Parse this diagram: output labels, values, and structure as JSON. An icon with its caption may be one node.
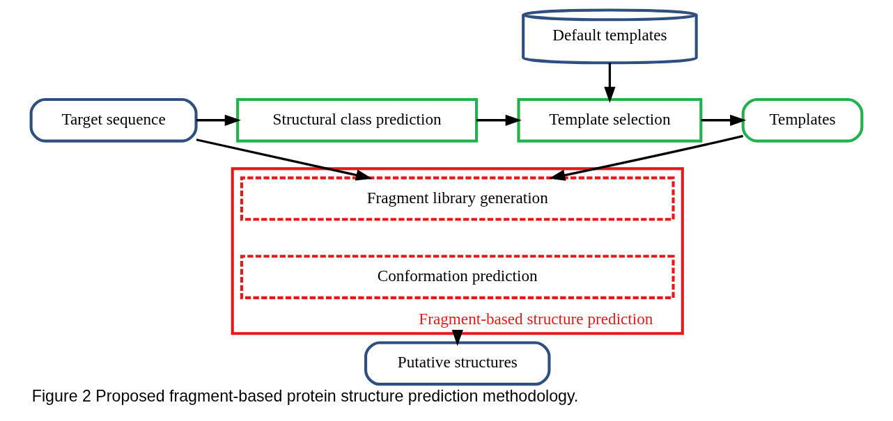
{
  "diagram": {
    "caption": "Figure 2 Proposed fragment-based protein structure prediction methodology.",
    "nodes": [
      {
        "text": [
          "Target sequence"
        ]
      },
      {
        "text": [
          "Structural class prediction"
        ]
      },
      {
        "text": [
          "Template selection"
        ]
      },
      {
        "text": [
          "Templates"
        ]
      },
      {
        "text": [
          "Default templates"
        ]
      },
      {
        "text": [
          "Fragment-based structure prediction"
        ]
      },
      {
        "text": [
          "Fragment library generation"
        ],
        "in": 5
      },
      {
        "text": [
          "Conformation prediction"
        ],
        "in": 5
      },
      {
        "text": [
          "Putative structures"
        ]
      }
    ],
    "edges": [
      {
        "from": 0,
        "to": 1,
        "arrow": "to"
      },
      {
        "from": 1,
        "to": 2,
        "arrow": "to"
      },
      {
        "from": 4,
        "to": 2,
        "arrow": "to"
      },
      {
        "from": 2,
        "to": 3,
        "arrow": "to"
      },
      {
        "from": 0,
        "to": 6,
        "arrow": "to"
      },
      {
        "from": 3,
        "to": 6,
        "arrow": "to"
      },
      {
        "from": 5,
        "to": 8,
        "arrow": "to"
      }
    ]
  }
}
